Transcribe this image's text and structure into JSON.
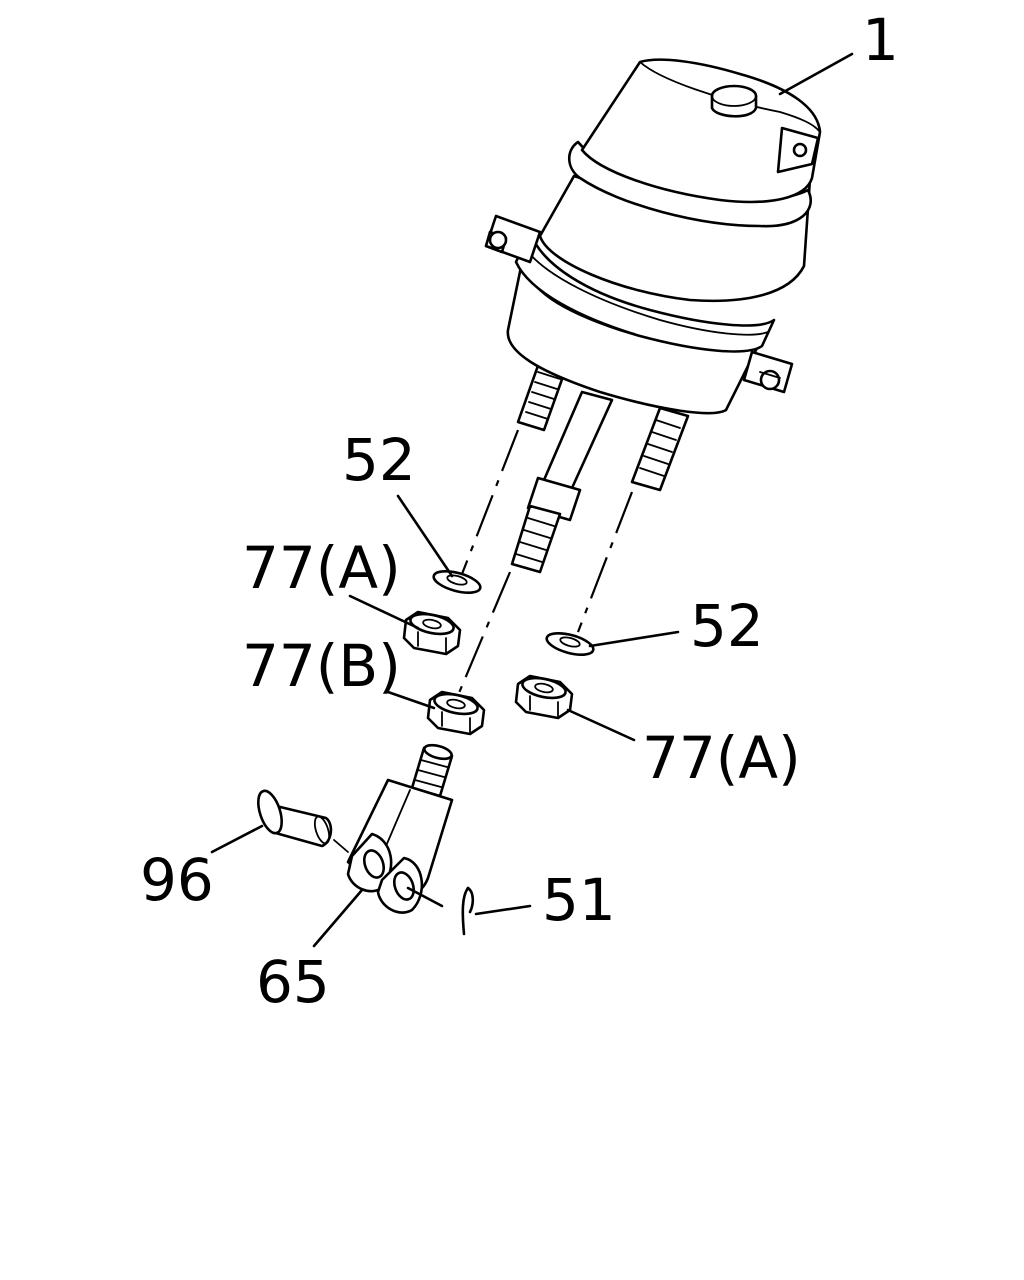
{
  "callouts": {
    "part_1": "1",
    "part_52_upper": "52",
    "part_52_lower": "52",
    "part_77a_left": "77(A)",
    "part_77b": "77(B)",
    "part_77a_right": "77(A)",
    "part_96": "96",
    "part_65": "65",
    "part_51": "51"
  }
}
